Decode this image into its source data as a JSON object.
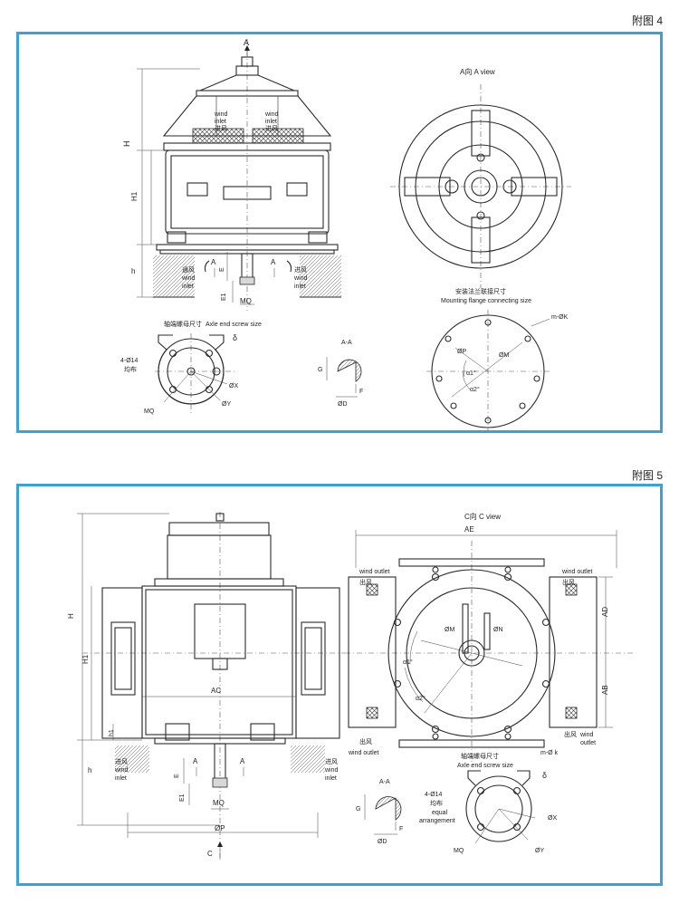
{
  "figure4": {
    "caption": "附图 4",
    "a_marker": "A",
    "labels": {
      "H": "H",
      "H1": "H1",
      "h": "h",
      "E": "E",
      "E1": "E1",
      "MQ": "MQ",
      "A": "A",
      "wind": "wind",
      "inlet": "inlet",
      "tong_feng": "通风",
      "wind_inlet_cn": "进风",
      "a_view": "A向  A view",
      "flange_cn": "安装法兰联接尺寸",
      "flange_en": "Mounting flange connecting size",
      "axle_cn": "轴端螺母尺寸",
      "axle_en": "Axle end screw size",
      "holes": "4-Ø14",
      "uniform": "均布",
      "delta": "δ",
      "phiX": "ØX",
      "phiY": "ØY",
      "aa": "A-A",
      "G": "G",
      "F": "F",
      "phiD": "ØD",
      "mK": "m-ØK",
      "phiP": "ØP",
      "phiM": "ØM",
      "alpha1": "α1°",
      "alpha2": "α2°"
    }
  },
  "figure5": {
    "caption": "附图 5",
    "labels": {
      "H": "H",
      "H1": "H1",
      "h1": "h1",
      "h": "h",
      "AC": "AC",
      "E": "E",
      "E1": "E1",
      "MQ": "MQ",
      "phiP": "ØP",
      "C": "C",
      "A": "A",
      "wind_inlet_cn": "进风",
      "wind": "wind",
      "inlet": "inlet",
      "c_view": "C向  C view",
      "AE": "AE",
      "AD": "AD",
      "AB": "AB",
      "wind_outlet": "wind outlet",
      "outlet_cn": "出风",
      "outlet": "outlet",
      "phiM": "ØM",
      "phiN": "ØN",
      "alpha1": "α1°",
      "alpha2": "α2°",
      "axle_cn": "轴端螺母尺寸",
      "axle_en": "Axle end screw size",
      "mk": "m-Ø k",
      "aa": "A-A",
      "G": "G",
      "F": "F",
      "phiD": "ØD",
      "holes": "4-Ø14",
      "uniform": "均布",
      "equal": "equal",
      "arrangement": "arrangement",
      "delta": "δ",
      "phiX": "ØX",
      "phiY": "ØY"
    }
  }
}
